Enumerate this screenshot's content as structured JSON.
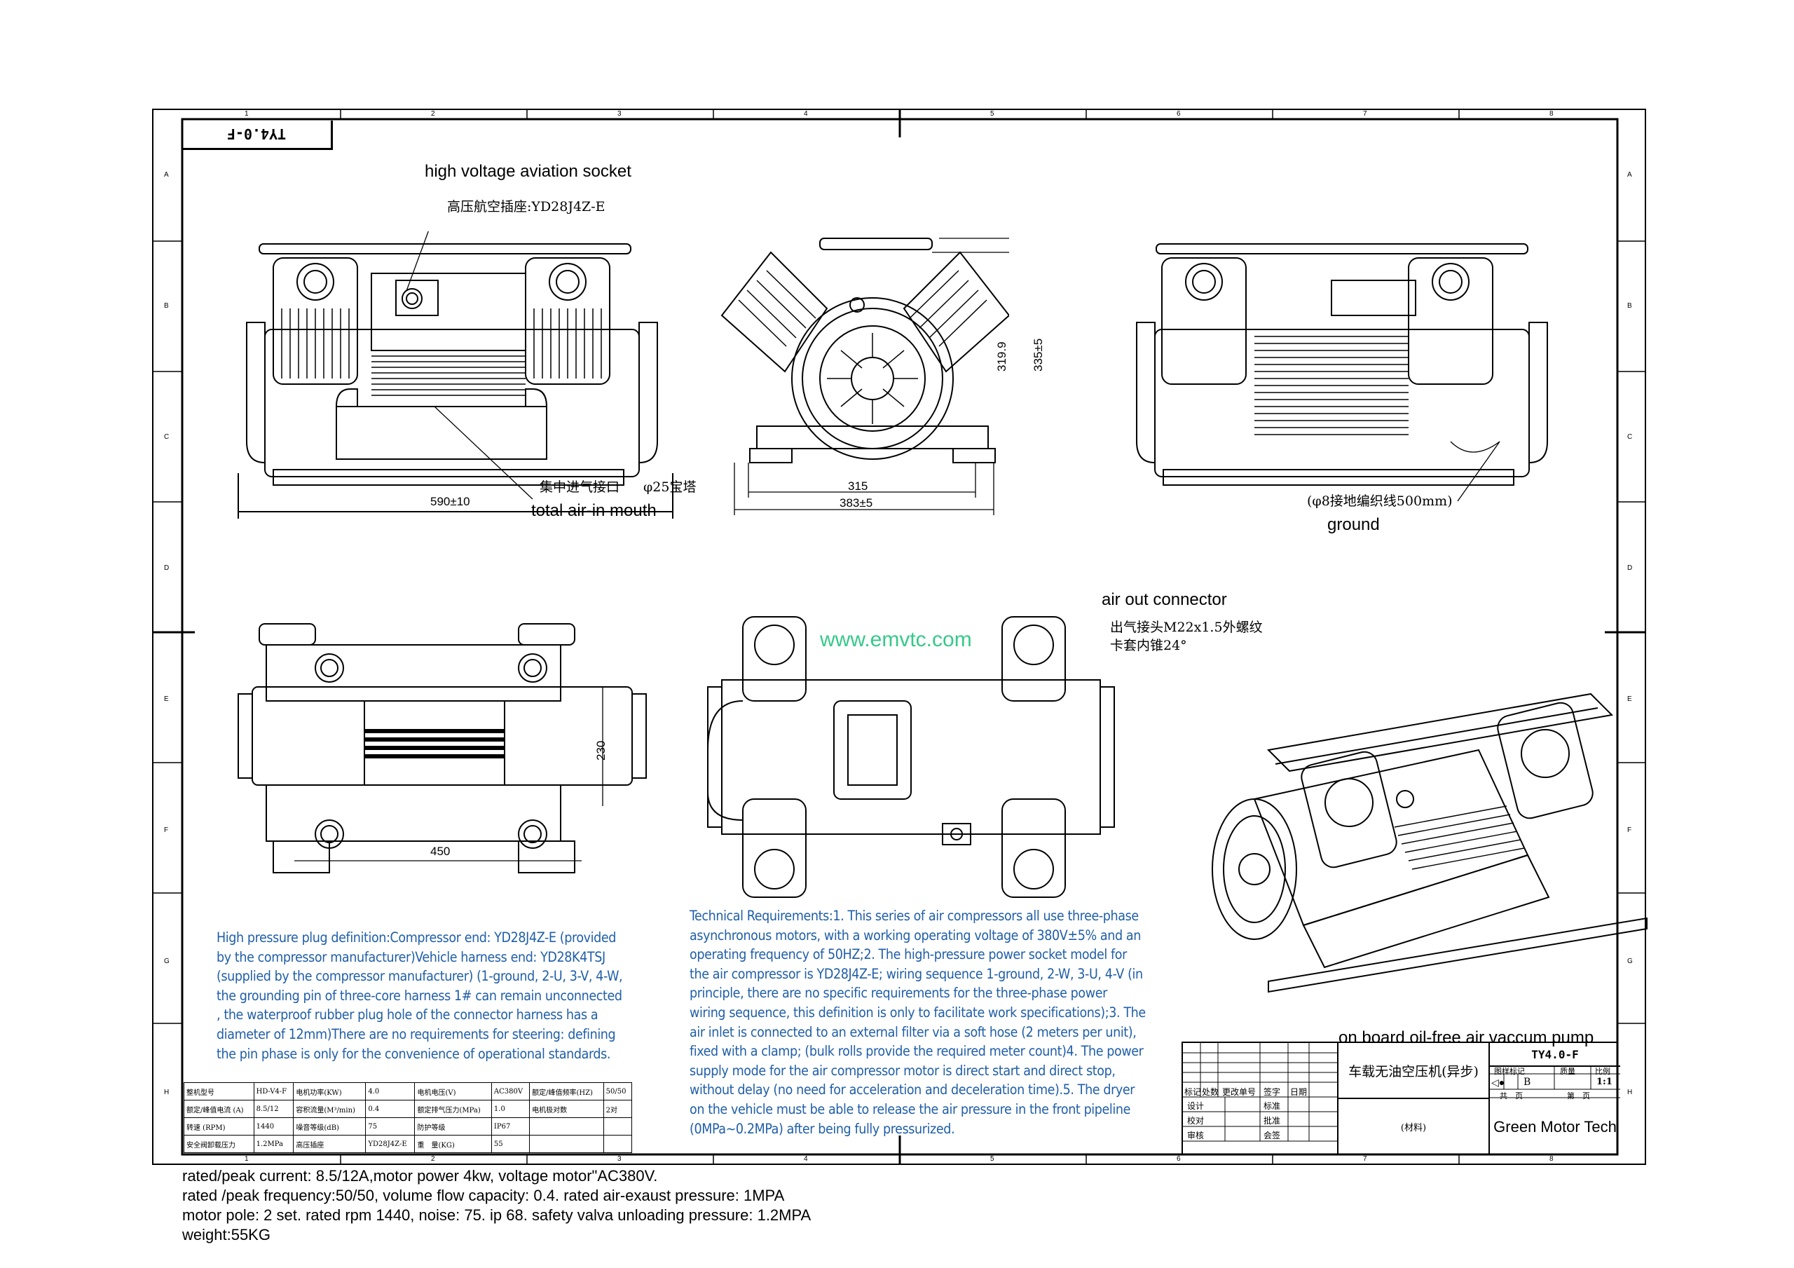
{
  "drawing": {
    "title_code": "TY4.0-F",
    "column_markers": [
      "1",
      "2",
      "3",
      "4",
      "5",
      "6",
      "7",
      "8"
    ],
    "row_markers": [
      "A",
      "B",
      "C",
      "D",
      "E",
      "F",
      "G",
      "H"
    ]
  },
  "annotations": {
    "socket_en": "high voltage aviation socket",
    "socket_cn": "高压航空插座:YD28J4Z-E",
    "inlet_cn": "集中进气接口",
    "inlet_size": "φ25宝塔",
    "inlet_en": "total air-in mouth",
    "ground_cn": "(φ8接地编织线500mm)",
    "ground_en": "ground",
    "airout_en": "air out connector",
    "airout_cn_1": "出气接头M22x1.5外螺纹",
    "airout_cn_2": "卡套内锥24°",
    "watermark": "www.emvtc.com",
    "product_en": "on board oil-free air vaccum pump"
  },
  "dimensions": {
    "front_width": "590±10",
    "side_inner": "315",
    "side_outer": "383±5",
    "side_h1": "319.9",
    "side_h2": "335±5",
    "top_width": "450",
    "top_depth": "230"
  },
  "notes": {
    "plug_definition": [
      "High pressure plug definition:Compressor end: YD28J4Z-E (provided",
      "by the compressor manufacturer)Vehicle harness end: YD28K4TSJ",
      "(supplied by the compressor manufacturer) (1-ground, 2-U, 3-V, 4-W,",
      " the grounding pin of three-core harness 1# can remain unconnected",
      ", the waterproof rubber plug hole of the connector harness has a",
      "diameter of 12mm)There are no requirements for steering: defining",
      "the pin phase is only for the convenience of operational standards."
    ],
    "technical_requirements": [
      "Technical Requirements:1. This series of air compressors all use three-phase",
      "asynchronous motors, with a working operating voltage of 380V±5% and an",
      "operating frequency of 50HZ;2. The high-pressure power socket model for",
      "the air compressor is YD28J4Z-E; wiring sequence 1-ground, 2-W, 3-U, 4-V (in",
      " principle, there are no specific requirements for the three-phase power",
      "wiring sequence, this definition is only to facilitate work specifications);3. The",
      " air inlet is connected to an external filter via a soft hose (2 meters per unit),",
      " fixed with a clamp; (bulk rolls provide the required meter count)4. The power",
      " supply mode for the air compressor motor is direct start and direct stop,",
      "without delay (no need for acceleration and deceleration time).5. The dryer",
      "on the vehicle must be able to release the air pressure in the front pipeline",
      "(0MPa~0.2MPa) after being fully pressurized."
    ]
  },
  "spec_table": [
    [
      "整机型号",
      "HD-V4-F",
      "电机功率(KW)",
      "4.0",
      "电机电压(V)",
      "AC380V",
      "额定/峰值频率(HZ)",
      "50/50"
    ],
    [
      "额定/峰值电流 (A)",
      "8.5/12",
      "容积流量(M³/min)",
      "0.4",
      "额定排气压力(MPa)",
      "1.0",
      "电机极对数",
      "2对"
    ],
    [
      "转速 (RPM)",
      "1440",
      "噪音等级(dB)",
      "75",
      "防护等级",
      "IP67",
      "",
      ""
    ],
    [
      "安全阀卸载压力",
      "1.2MPa",
      "高压插座",
      "YD28J4Z-E",
      "重　量(KG)",
      "55",
      "",
      ""
    ]
  ],
  "title_block": {
    "product_cn": "车载无油空压机(异步)",
    "code": "TY4.0-F",
    "material": "(材料)",
    "headers": [
      "图样标记",
      "质量",
      "比例"
    ],
    "mark": "B",
    "scale": "1:1",
    "sheet": [
      "共　页",
      "第　页"
    ],
    "rev_headers": [
      "标记",
      "处数",
      "更改单号",
      "签字",
      "日期"
    ],
    "roles_left": [
      "设计",
      "校对",
      "审核"
    ],
    "roles_right": [
      "标准",
      "批准",
      "会签"
    ],
    "company": "Green Motor Tech"
  },
  "bottom_specs": [
    "rated/peak current: 8.5/12A,motor power 4kw, voltage motor\"AC380V.",
    "rated /peak frequency:50/50, volume flow capacity: 0.4.   rated air-exaust pressure: 1MPA",
    "motor pole: 2 set. rated rpm 1440, noise: 75.  ip 68. safety valva unloading pressure: 1.2MPA",
    "weight:55KG"
  ]
}
